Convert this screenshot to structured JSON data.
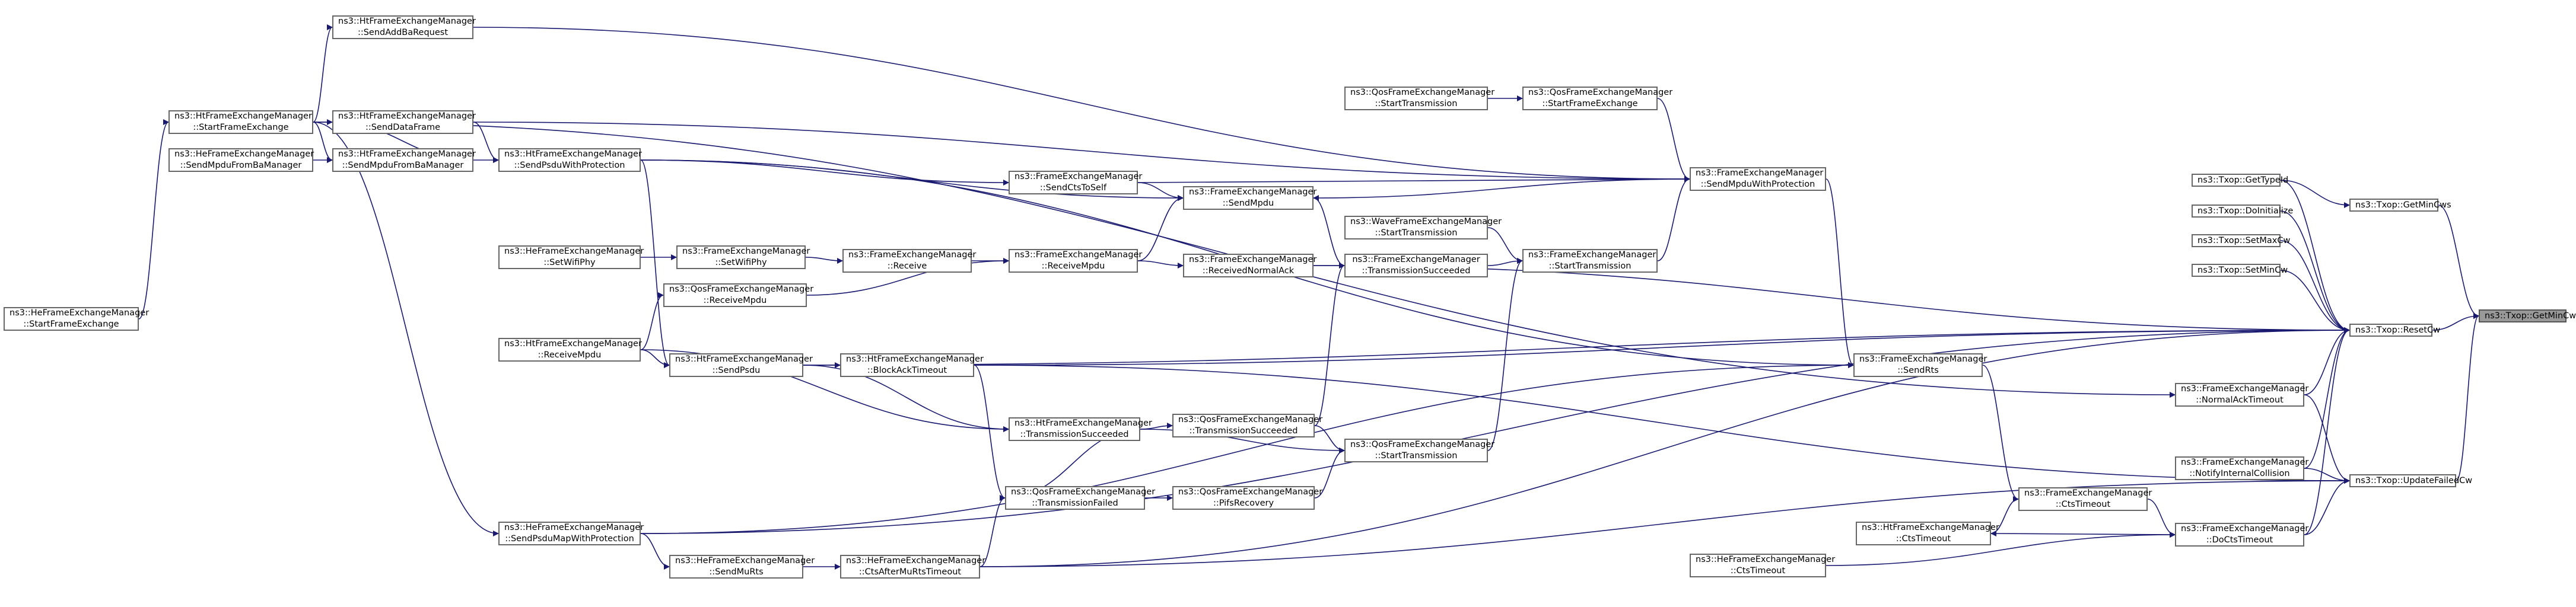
{
  "colors": {
    "edge": "#191970",
    "node_border": "#666666",
    "focus_fill": "#999999"
  },
  "nodes": [
    {
      "id": "getmincw",
      "l1": "ns3::Txop::GetMinCw",
      "l2": ""
    },
    {
      "id": "resetcw",
      "l1": "ns3::Txop::ResetCw",
      "l2": ""
    },
    {
      "id": "updatefailedcw",
      "l1": "ns3::Txop::UpdateFailedCw",
      "l2": ""
    },
    {
      "id": "getmincws",
      "l1": "ns3::Txop::GetMinCws",
      "l2": ""
    },
    {
      "id": "gettypeid",
      "l1": "ns3::Txop::GetTypeId",
      "l2": ""
    },
    {
      "id": "doinitialize",
      "l1": "ns3::Txop::DoInitialize",
      "l2": ""
    },
    {
      "id": "setmaxcw",
      "l1": "ns3::Txop::SetMaxCw",
      "l2": ""
    },
    {
      "id": "setmincw",
      "l1": "ns3::Txop::SetMinCw",
      "l2": ""
    },
    {
      "id": "fem_normalacktimeout",
      "l1": "ns3::FrameExchangeManager",
      "l2": "::NormalAckTimeout"
    },
    {
      "id": "fem_notifyinternalcollision",
      "l1": "ns3::FrameExchangeManager",
      "l2": "::NotifyInternalCollision"
    },
    {
      "id": "fem_doctstimeout",
      "l1": "ns3::FrameExchangeManager",
      "l2": "::DoCtsTimeout"
    },
    {
      "id": "fem_ctstimeout",
      "l1": "ns3::FrameExchangeManager",
      "l2": "::CtsTimeout"
    },
    {
      "id": "ht_ctstimeout",
      "l1": "ns3::HtFrameExchangeManager",
      "l2": "::CtsTimeout"
    },
    {
      "id": "he_ctstimeout",
      "l1": "ns3::HeFrameExchangeManager",
      "l2": "::CtsTimeout"
    },
    {
      "id": "fem_sendrts",
      "l1": "ns3::FrameExchangeManager",
      "l2": "::SendRts"
    },
    {
      "id": "fem_sendmpduwithprotection",
      "l1": "ns3::FrameExchangeManager",
      "l2": "::SendMpduWithProtection"
    },
    {
      "id": "qos_startframeexchange",
      "l1": "ns3::QosFrameExchangeManager",
      "l2": "::StartFrameExchange"
    },
    {
      "id": "qos_starttransmission_top",
      "l1": "ns3::QosFrameExchangeManager",
      "l2": "::StartTransmission"
    },
    {
      "id": "wave_starttransmission",
      "l1": "ns3::WaveFrameExchangeManager",
      "l2": "::StartTransmission"
    },
    {
      "id": "fem_starttransmission",
      "l1": "ns3::FrameExchangeManager",
      "l2": "::StartTransmission"
    },
    {
      "id": "fem_sendmpdu",
      "l1": "ns3::FrameExchangeManager",
      "l2": "::SendMpdu"
    },
    {
      "id": "fem_sendctstoself",
      "l1": "ns3::FrameExchangeManager",
      "l2": "::SendCtsToSelf"
    },
    {
      "id": "fem_transmissionsucceeded",
      "l1": "ns3::FrameExchangeManager",
      "l2": "::TransmissionSucceeded"
    },
    {
      "id": "fem_receivednormalack",
      "l1": "ns3::FrameExchangeManager",
      "l2": "::ReceivedNormalAck"
    },
    {
      "id": "fem_receivempdu",
      "l1": "ns3::FrameExchangeManager",
      "l2": "::ReceiveMpdu"
    },
    {
      "id": "fem_receive",
      "l1": "ns3::FrameExchangeManager",
      "l2": "::Receive"
    },
    {
      "id": "fem_setwifiphy",
      "l1": "ns3::FrameExchangeManager",
      "l2": "::SetWifiPhy"
    },
    {
      "id": "he_setwifiphy",
      "l1": "ns3::HeFrameExchangeManager",
      "l2": "::SetWifiPhy"
    },
    {
      "id": "qos_receivempdu",
      "l1": "ns3::QosFrameExchangeManager",
      "l2": "::ReceiveMpdu"
    },
    {
      "id": "ht_receivempdu",
      "l1": "ns3::HtFrameExchangeManager",
      "l2": "::ReceiveMpdu"
    },
    {
      "id": "ht_sendpsdu",
      "l1": "ns3::HtFrameExchangeManager",
      "l2": "::SendPsdu"
    },
    {
      "id": "ht_blockacktimeout",
      "l1": "ns3::HtFrameExchangeManager",
      "l2": "::BlockAckTimeout"
    },
    {
      "id": "ht_transmissionsucceeded",
      "l1": "ns3::HtFrameExchangeManager",
      "l2": "::TransmissionSucceeded"
    },
    {
      "id": "qos_transmissionsucceeded",
      "l1": "ns3::QosFrameExchangeManager",
      "l2": "::TransmissionSucceeded"
    },
    {
      "id": "qos_starttransmission",
      "l1": "ns3::QosFrameExchangeManager",
      "l2": "::StartTransmission"
    },
    {
      "id": "qos_transmissionfailed",
      "l1": "ns3::QosFrameExchangeManager",
      "l2": "::TransmissionFailed"
    },
    {
      "id": "qos_pifsrecovery",
      "l1": "ns3::QosFrameExchangeManager",
      "l2": "::PifsRecovery"
    },
    {
      "id": "he_ctsaftermurtstimeout",
      "l1": "ns3::HeFrameExchangeManager",
      "l2": "::CtsAfterMuRtsTimeout"
    },
    {
      "id": "he_sendmurts",
      "l1": "ns3::HeFrameExchangeManager",
      "l2": "::SendMuRts"
    },
    {
      "id": "he_sendpsdumapwithprotection",
      "l1": "ns3::HeFrameExchangeManager",
      "l2": "::SendPsduMapWithProtection"
    },
    {
      "id": "he_startframeexchange",
      "l1": "ns3::HeFrameExchangeManager",
      "l2": "::StartFrameExchange"
    },
    {
      "id": "ht_startframeexchange",
      "l1": "ns3::HtFrameExchangeManager",
      "l2": "::StartFrameExchange"
    },
    {
      "id": "ht_sendaddbarequest",
      "l1": "ns3::HtFrameExchangeManager",
      "l2": "::SendAddBaRequest"
    },
    {
      "id": "ht_senddataframe",
      "l1": "ns3::HtFrameExchangeManager",
      "l2": "::SendDataFrame"
    },
    {
      "id": "ht_sendmpdufrombamanager",
      "l1": "ns3::HtFrameExchangeManager",
      "l2": "::SendMpduFromBaManager"
    },
    {
      "id": "he_sendmpdufrombamanager",
      "l1": "ns3::HeFrameExchangeManager",
      "l2": "::SendMpduFromBaManager"
    },
    {
      "id": "ht_sendpsduwithprotection",
      "l1": "ns3::HtFrameExchangeManager",
      "l2": "::SendPsduWithProtection"
    }
  ],
  "edges": [
    [
      "getmincw",
      "getmincws"
    ],
    [
      "getmincw",
      "resetcw"
    ],
    [
      "getmincw",
      "updatefailedcw"
    ],
    [
      "getmincws",
      "gettypeid"
    ],
    [
      "resetcw",
      "gettypeid"
    ],
    [
      "resetcw",
      "doinitialize"
    ],
    [
      "resetcw",
      "setmaxcw"
    ],
    [
      "resetcw",
      "setmincw"
    ],
    [
      "resetcw",
      "fem_normalacktimeout"
    ],
    [
      "resetcw",
      "fem_notifyinternalcollision"
    ],
    [
      "resetcw",
      "fem_doctstimeout"
    ],
    [
      "resetcw",
      "fem_receivednormalack"
    ],
    [
      "resetcw",
      "ht_blockacktimeout"
    ],
    [
      "resetcw",
      "ht_sendpsdu"
    ],
    [
      "resetcw",
      "he_sendpsdumapwithprotection"
    ],
    [
      "resetcw",
      "he_ctsaftermurtstimeout"
    ],
    [
      "updatefailedcw",
      "fem_normalacktimeout"
    ],
    [
      "updatefailedcw",
      "fem_notifyinternalcollision"
    ],
    [
      "updatefailedcw",
      "fem_doctstimeout"
    ],
    [
      "updatefailedcw",
      "ht_blockacktimeout"
    ],
    [
      "updatefailedcw",
      "he_ctsaftermurtstimeout"
    ],
    [
      "fem_normalacktimeout",
      "ht_startframeexchange"
    ],
    [
      "fem_doctstimeout",
      "fem_ctstimeout"
    ],
    [
      "fem_doctstimeout",
      "ht_ctstimeout"
    ],
    [
      "fem_doctstimeout",
      "he_ctstimeout"
    ],
    [
      "ht_ctstimeout",
      "fem_ctstimeout"
    ],
    [
      "fem_ctstimeout",
      "fem_sendrts"
    ],
    [
      "fem_sendrts",
      "fem_sendmpduwithprotection"
    ],
    [
      "fem_sendrts",
      "ht_sendpsduwithprotection"
    ],
    [
      "fem_sendrts",
      "he_sendpsdumapwithprotection"
    ],
    [
      "fem_sendmpduwithprotection",
      "qos_startframeexchange"
    ],
    [
      "fem_sendmpduwithprotection",
      "fem_starttransmission"
    ],
    [
      "fem_sendmpduwithprotection",
      "ht_senddataframe"
    ],
    [
      "fem_sendmpduwithprotection",
      "ht_sendaddbarequest"
    ],
    [
      "fem_sendmpduwithprotection",
      "fem_sendmpdu"
    ],
    [
      "fem_sendmpduwithprotection",
      "fem_sendctstoself"
    ],
    [
      "qos_startframeexchange",
      "qos_starttransmission_top"
    ],
    [
      "fem_starttransmission",
      "wave_starttransmission"
    ],
    [
      "fem_starttransmission",
      "fem_transmissionsucceeded"
    ],
    [
      "fem_starttransmission",
      "qos_starttransmission"
    ],
    [
      "fem_sendmpdu",
      "fem_sendctstoself"
    ],
    [
      "fem_sendmpdu",
      "fem_transmissionsucceeded"
    ],
    [
      "fem_sendmpdu",
      "fem_receivempdu"
    ],
    [
      "fem_sendmpdu",
      "ht_sendpsduwithprotection"
    ],
    [
      "fem_sendctstoself",
      "ht_sendpsduwithprotection"
    ],
    [
      "fem_transmissionsucceeded",
      "fem_receivednormalack"
    ],
    [
      "fem_transmissionsucceeded",
      "qos_transmissionsucceeded"
    ],
    [
      "fem_receivednormalack",
      "fem_receivempdu"
    ],
    [
      "fem_receivempdu",
      "fem_receive"
    ],
    [
      "fem_receivempdu",
      "qos_receivempdu"
    ],
    [
      "fem_receive",
      "fem_setwifiphy"
    ],
    [
      "fem_setwifiphy",
      "he_setwifiphy"
    ],
    [
      "qos_receivempdu",
      "ht_receivempdu"
    ],
    [
      "ht_sendpsdu",
      "ht_receivempdu"
    ],
    [
      "ht_sendpsdu",
      "ht_sendpsduwithprotection"
    ],
    [
      "ht_blockacktimeout",
      "ht_sendpsdu"
    ],
    [
      "ht_transmissionsucceeded",
      "ht_sendpsdu"
    ],
    [
      "ht_transmissionsucceeded",
      "ht_receivempdu"
    ],
    [
      "qos_transmissionsucceeded",
      "ht_transmissionsucceeded"
    ],
    [
      "qos_starttransmission",
      "qos_transmissionsucceeded"
    ],
    [
      "qos_starttransmission",
      "ht_transmissionsucceeded"
    ],
    [
      "qos_starttransmission",
      "qos_pifsrecovery"
    ],
    [
      "qos_transmissionfailed",
      "ht_transmissionsucceeded"
    ],
    [
      "qos_transmissionfailed",
      "ht_blockacktimeout"
    ],
    [
      "qos_transmissionfailed",
      "he_ctsaftermurtstimeout"
    ],
    [
      "qos_pifsrecovery",
      "qos_transmissionfailed"
    ],
    [
      "he_ctsaftermurtstimeout",
      "he_sendmurts"
    ],
    [
      "he_sendmurts",
      "he_sendpsdumapwithprotection"
    ],
    [
      "he_sendpsdumapwithprotection",
      "ht_startframeexchange"
    ],
    [
      "ht_startframeexchange",
      "he_startframeexchange"
    ],
    [
      "ht_sendaddbarequest",
      "ht_startframeexchange"
    ],
    [
      "ht_senddataframe",
      "ht_startframeexchange"
    ],
    [
      "ht_senddataframe",
      "ht_sendmpdufrombamanager"
    ],
    [
      "ht_sendpsduwithprotection",
      "ht_senddataframe"
    ],
    [
      "ht_sendpsduwithprotection",
      "ht_sendmpdufrombamanager"
    ],
    [
      "ht_sendmpdufrombamanager",
      "he_sendmpdufrombamanager"
    ],
    [
      "ht_sendmpdufrombamanager",
      "ht_startframeexchange"
    ]
  ]
}
